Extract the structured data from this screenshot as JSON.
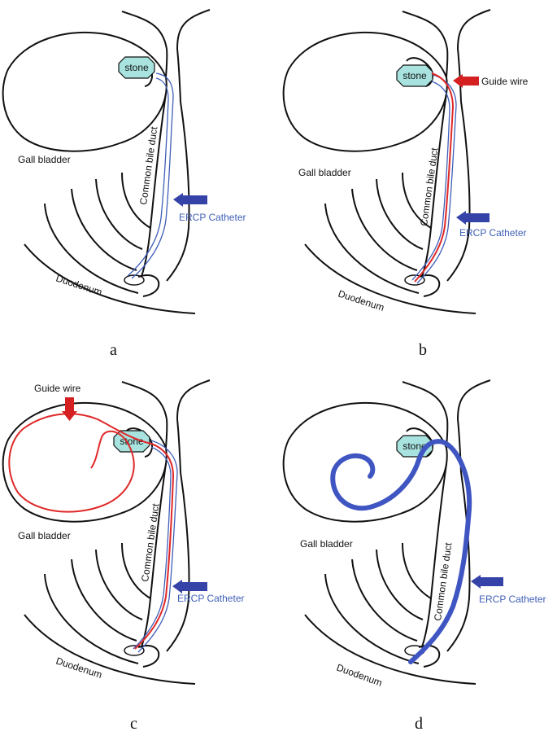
{
  "colors": {
    "stone_fill": "#a8e3e0",
    "catheter": "#3f5fb8",
    "catheter_thick": "#3f55c2",
    "guide_wire": "#e02828",
    "arrow_blue": "#3543a8",
    "arrow_red": "#d42020",
    "outline": "#111111"
  },
  "panels": [
    {
      "letter": "a",
      "stone": "stone",
      "gall_bladder": "Gall bladder",
      "duct": "Common bile duct",
      "duodenum": "Duodenum",
      "catheter": "ERCP Catheter"
    },
    {
      "letter": "b",
      "stone": "stone",
      "gall_bladder": "Gall bladder",
      "duct": "Common bile duct",
      "duodenum": "Duodenum",
      "catheter": "ERCP Catheter",
      "guide_wire": "Guide wire"
    },
    {
      "letter": "c",
      "stone": "stone",
      "gall_bladder": "Gall bladder",
      "duct": "Common bile duct",
      "duodenum": "Duodenum",
      "catheter": "ERCP Catheter",
      "guide_wire": "Guide wire"
    },
    {
      "letter": "d",
      "stone": "stone",
      "gall_bladder": "Gall bladder",
      "duct": "Common bile duct",
      "duodenum": "Duodenum",
      "catheter": "ERCP Catheter"
    }
  ]
}
